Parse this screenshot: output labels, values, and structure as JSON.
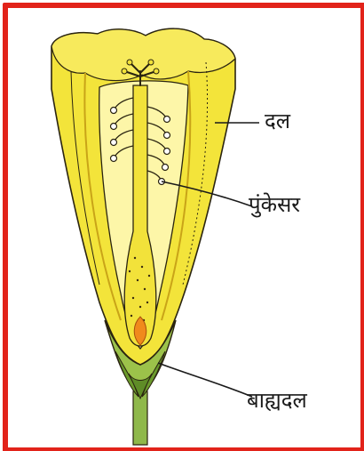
{
  "figure": {
    "labels": {
      "petal": "दल",
      "stamen": "पुंकेसर",
      "sepal": "बाह्यदल"
    }
  },
  "colors": {
    "frame": "#e2231a",
    "petal_fill": "#f3e43a",
    "petal_shade": "#d9b81c",
    "petal_light": "#fdf6a8",
    "outline": "#2a2410",
    "sepal": "#7fa83a",
    "stem": "#8fb84a",
    "ovule": "#f08a1c"
  }
}
